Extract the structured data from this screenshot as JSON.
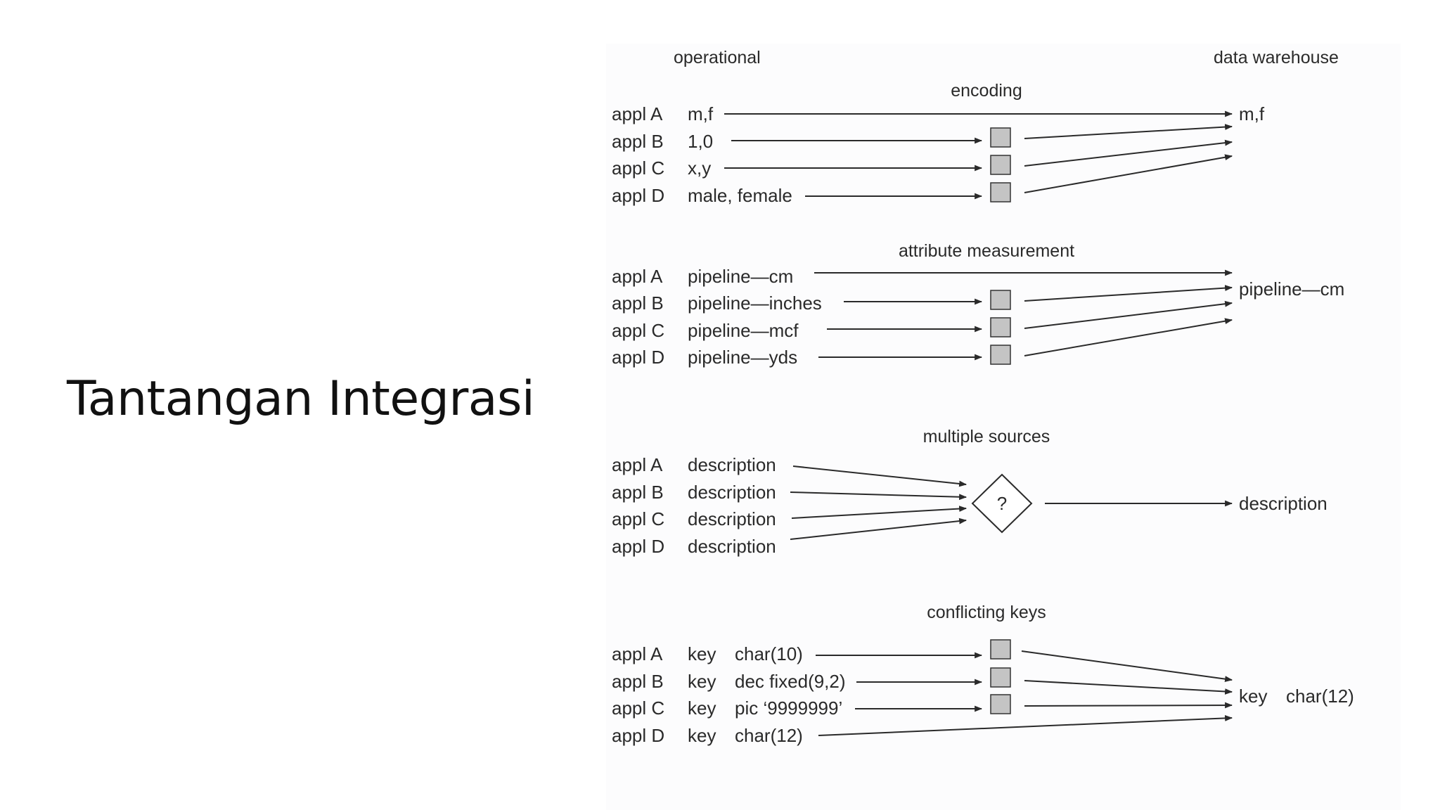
{
  "slide": {
    "title": "Tantangan Integrasi"
  },
  "headers": {
    "left": "operational",
    "right": "data warehouse"
  },
  "sections": [
    {
      "title": "encoding",
      "rows": [
        {
          "app": "appl A",
          "value": "m,f"
        },
        {
          "app": "appl B",
          "value": "1,0"
        },
        {
          "app": "appl C",
          "value": "x,y"
        },
        {
          "app": "appl D",
          "value": "male, female"
        }
      ],
      "result": "m,f"
    },
    {
      "title": "attribute measurement",
      "rows": [
        {
          "app": "appl A",
          "value": "pipeline—cm"
        },
        {
          "app": "appl B",
          "value": "pipeline—inches"
        },
        {
          "app": "appl C",
          "value": "pipeline—mcf"
        },
        {
          "app": "appl D",
          "value": "pipeline—yds"
        }
      ],
      "result": "pipeline—cm"
    },
    {
      "title": "multiple sources",
      "rows": [
        {
          "app": "appl A",
          "value": "description"
        },
        {
          "app": "appl B",
          "value": "description"
        },
        {
          "app": "appl C",
          "value": "description"
        },
        {
          "app": "appl D",
          "value": "description"
        }
      ],
      "decision_symbol": "?",
      "result": "description"
    },
    {
      "title": "conflicting keys",
      "rows": [
        {
          "app": "appl A",
          "key": "key",
          "value": "char(10)"
        },
        {
          "app": "appl B",
          "key": "key",
          "value": "dec fixed(9,2)"
        },
        {
          "app": "appl C",
          "key": "key",
          "value": "pic ‘9999999’"
        },
        {
          "app": "appl D",
          "key": "key",
          "value": "char(12)"
        }
      ],
      "result_key": "key",
      "result": "char(12)"
    }
  ]
}
